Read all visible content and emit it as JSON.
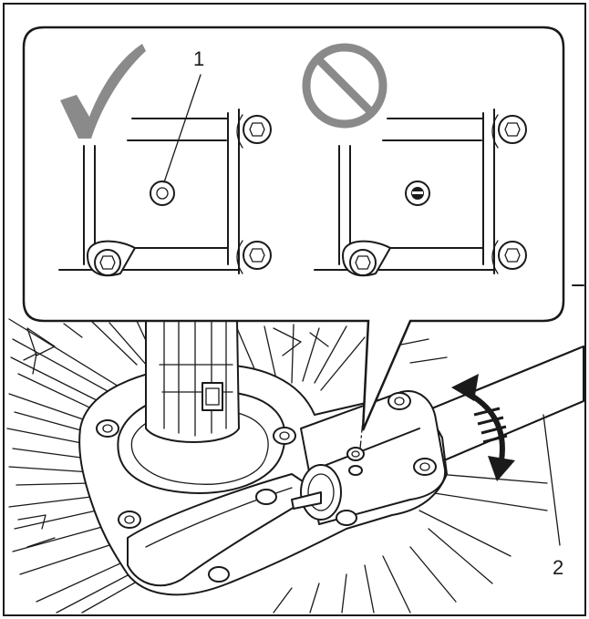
{
  "callouts": [
    {
      "id": "1",
      "text": "1"
    },
    {
      "id": "2",
      "text": "2"
    }
  ],
  "panels": {
    "correct": {
      "symbol": "checkmark-icon",
      "state": "bolt-head-round-hole"
    },
    "incorrect": {
      "symbol": "prohibited-icon",
      "state": "bolt-head-slotted"
    }
  },
  "colors": {
    "line": "#1a1a1a",
    "symbol_gray": "#8a8a8a",
    "background": "#ffffff",
    "frame": "#1a1a1a"
  },
  "motion": {
    "icon": "double-arrow-rotate-icon"
  }
}
